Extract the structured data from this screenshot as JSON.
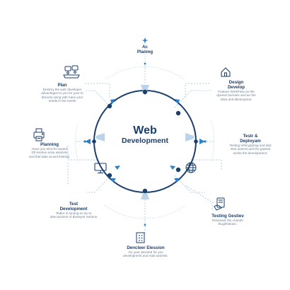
{
  "center": {
    "line1": "Web",
    "line2": "Development"
  },
  "stages": [
    {
      "key": "top",
      "title_lines": [
        "Ac",
        "Planing"
      ],
      "desc_lines": [],
      "icon": "sparkle-icon"
    },
    {
      "key": "plan",
      "title_lines": [
        "Plan"
      ],
      "desc_lines": [
        "Destroy the web developer",
        "advantages to you for your to",
        "discuss using with have your",
        "needs in the needs"
      ],
      "icon": "team-meeting-icon"
    },
    {
      "key": "design",
      "title_lines": [
        "Design",
        "Develop"
      ],
      "desc_lines": [
        "Feature WorkFlow on the",
        "dyeeve buroses and an the",
        "shita and dkeloopmet."
      ],
      "icon": "house-icon"
    },
    {
      "key": "planning",
      "title_lines": [
        "Planning"
      ],
      "desc_lines": [
        "Hace you elecrho-aoaed",
        "Dif resolve ansa assinnts",
        "and that date at and timiting."
      ],
      "icon": "printer-icon"
    },
    {
      "key": "testing-deploy",
      "title_lines": [
        "Testr &",
        "Deployam"
      ],
      "desc_lines": [
        "Testing refecyppring and ded",
        "stea assess and the gasiwd",
        "works the development."
      ],
      "icon": "globe-icon"
    },
    {
      "key": "test-dev",
      "title_lines": [
        "Test",
        "Development"
      ],
      "desc_lines": [
        "Tedler is amang on do to",
        "descussions of Buseyee Sotions"
      ],
      "icon": "monitor-icon"
    },
    {
      "key": "testing-gestiev",
      "title_lines": [
        "Testing Gestiev"
      ],
      "desc_lines": [
        "Resenaer the cnanter",
        "thughfotioen."
      ],
      "icon": "hand-document-icon"
    },
    {
      "key": "bottom",
      "title_lines": [
        "Dencleer Elession"
      ],
      "desc_lines": [
        "On your devoted for you",
        "development and mair assests."
      ],
      "icon": "building-icon"
    }
  ],
  "colors": {
    "primary": "#1b3f6d",
    "accent": "#2f80c6",
    "text_muted": "#6d7f93",
    "line": "#9cc0dd"
  }
}
